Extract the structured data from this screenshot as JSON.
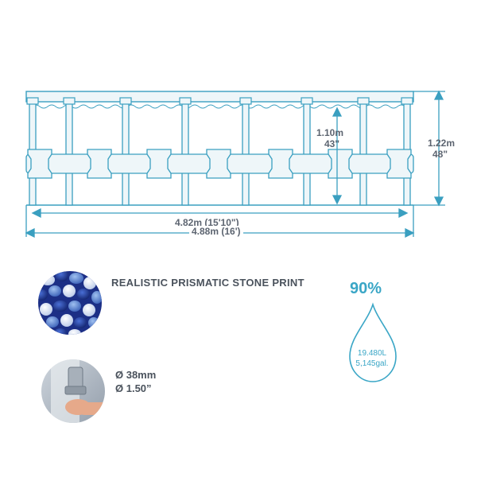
{
  "dimensions": {
    "water_height_metric": "1.10m",
    "water_height_imperial": "43\"",
    "wall_height_metric": "1.22m",
    "wall_height_imperial": "48\"",
    "inner_width": "4.82m (15'10\")",
    "outer_width": "4.88m (16')"
  },
  "features": {
    "print_title": "REALISTIC PRISMATIC STONE PRINT",
    "pump_spec_metric": "Ø 38mm",
    "pump_spec_imperial": "Ø 1.50”"
  },
  "capacity": {
    "fill_percent": "90%",
    "liters": "19.480L",
    "gallons": "5,145gal."
  },
  "colors": {
    "frame": "#3a9fc0",
    "frame_light": "#e9f4f8",
    "dimension_line": "#3a9fc0",
    "text_gray": "#6a7380",
    "accent": "#3aa6c6"
  }
}
